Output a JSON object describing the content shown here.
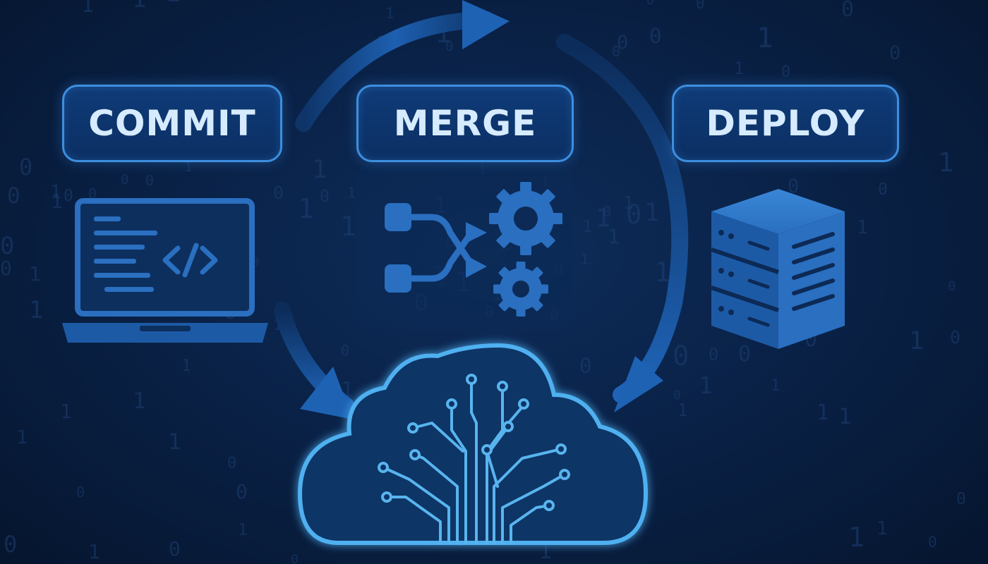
{
  "stages": [
    {
      "label": "COMMIT",
      "icon": "laptop-code-icon"
    },
    {
      "label": "MERGE",
      "icon": "merge-gears-icon"
    },
    {
      "label": "DEPLOY",
      "icon": "server-stack-icon"
    }
  ],
  "hub": {
    "icon": "cloud-circuit-tree-icon"
  },
  "colors": {
    "background": "#0a2248",
    "accent": "#3d8fe0",
    "icon_fill": "#2a6fc0",
    "label_text": "#d6ebff",
    "cloud_glow": "#4fb0f0"
  }
}
